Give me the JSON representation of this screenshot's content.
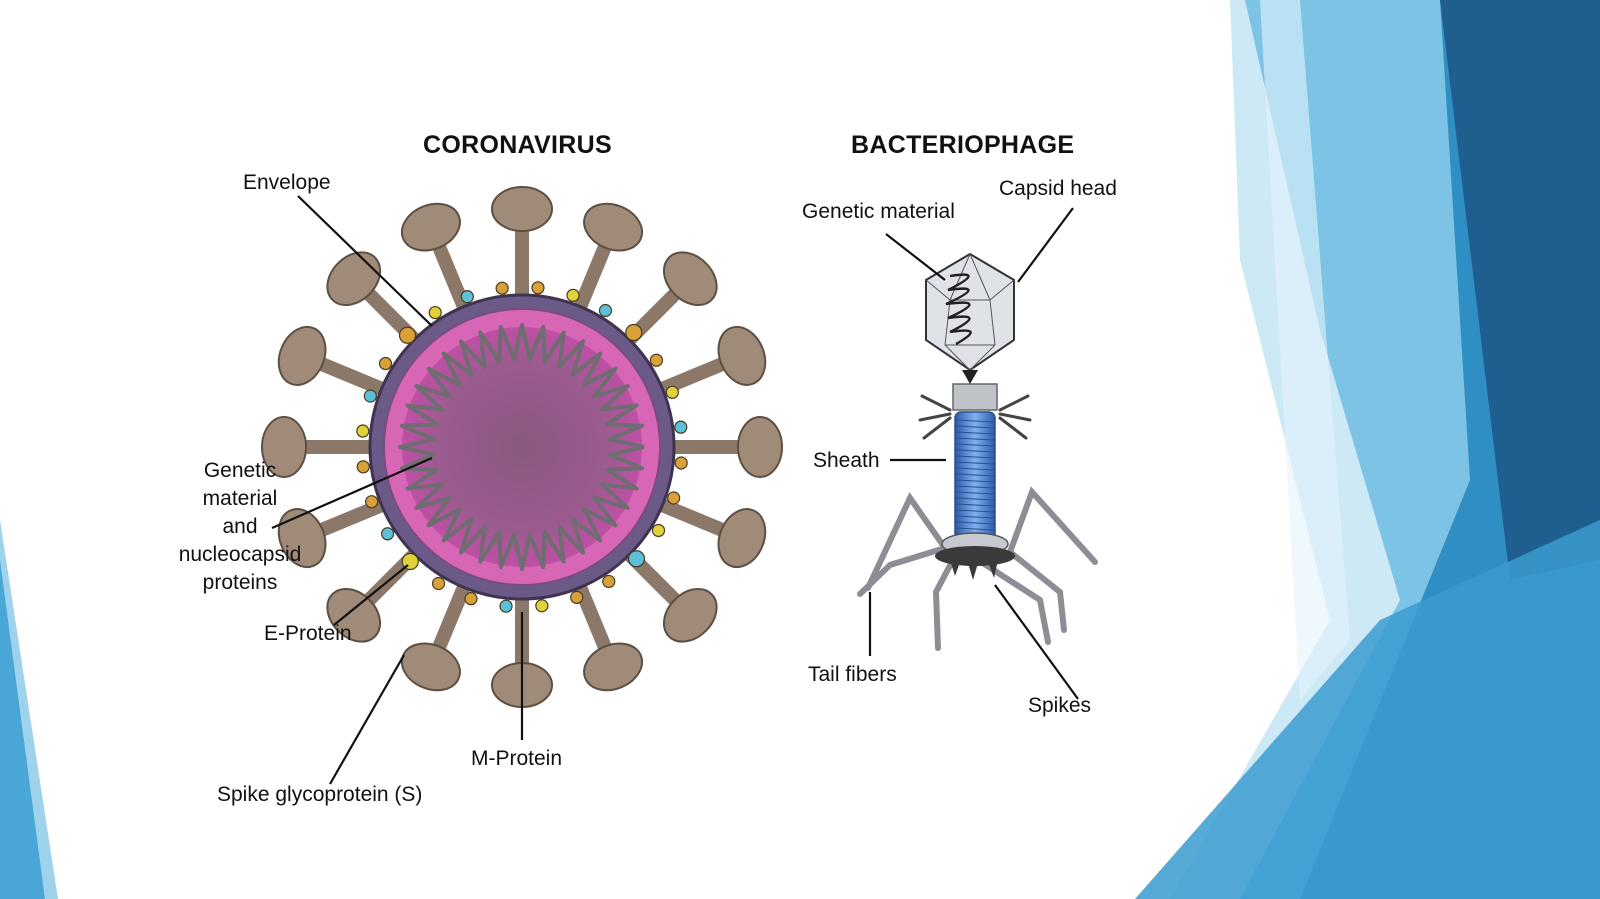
{
  "theme": {
    "accent_dark": "#1f5f8f",
    "accent_mid": "#2f8fc4",
    "accent_light": "#6fc0e3",
    "accent_pale": "#b9e1f2",
    "spike_color": "#a08a78",
    "envelope_color": "#6b5a87",
    "core_color": "#c05aa8",
    "sheath_color": "#4f7fcf"
  },
  "coronavirus": {
    "title": "CORONAVIRUS",
    "labels": {
      "envelope": "Envelope",
      "genetic_1": "Genetic",
      "genetic_2": "material",
      "genetic_3": "and",
      "genetic_4": "nucleocapsid",
      "genetic_5": "proteins",
      "e_protein": "E-Protein",
      "m_protein": "M-Protein",
      "spike": "Spike glycoprotein (S)"
    }
  },
  "bacteriophage": {
    "title": "BACTERIOPHAGE",
    "labels": {
      "genetic_material": "Genetic material",
      "capsid_head": "Capsid head",
      "sheath": "Sheath",
      "tail_fibers": "Tail fibers",
      "spikes": "Spikes"
    }
  }
}
